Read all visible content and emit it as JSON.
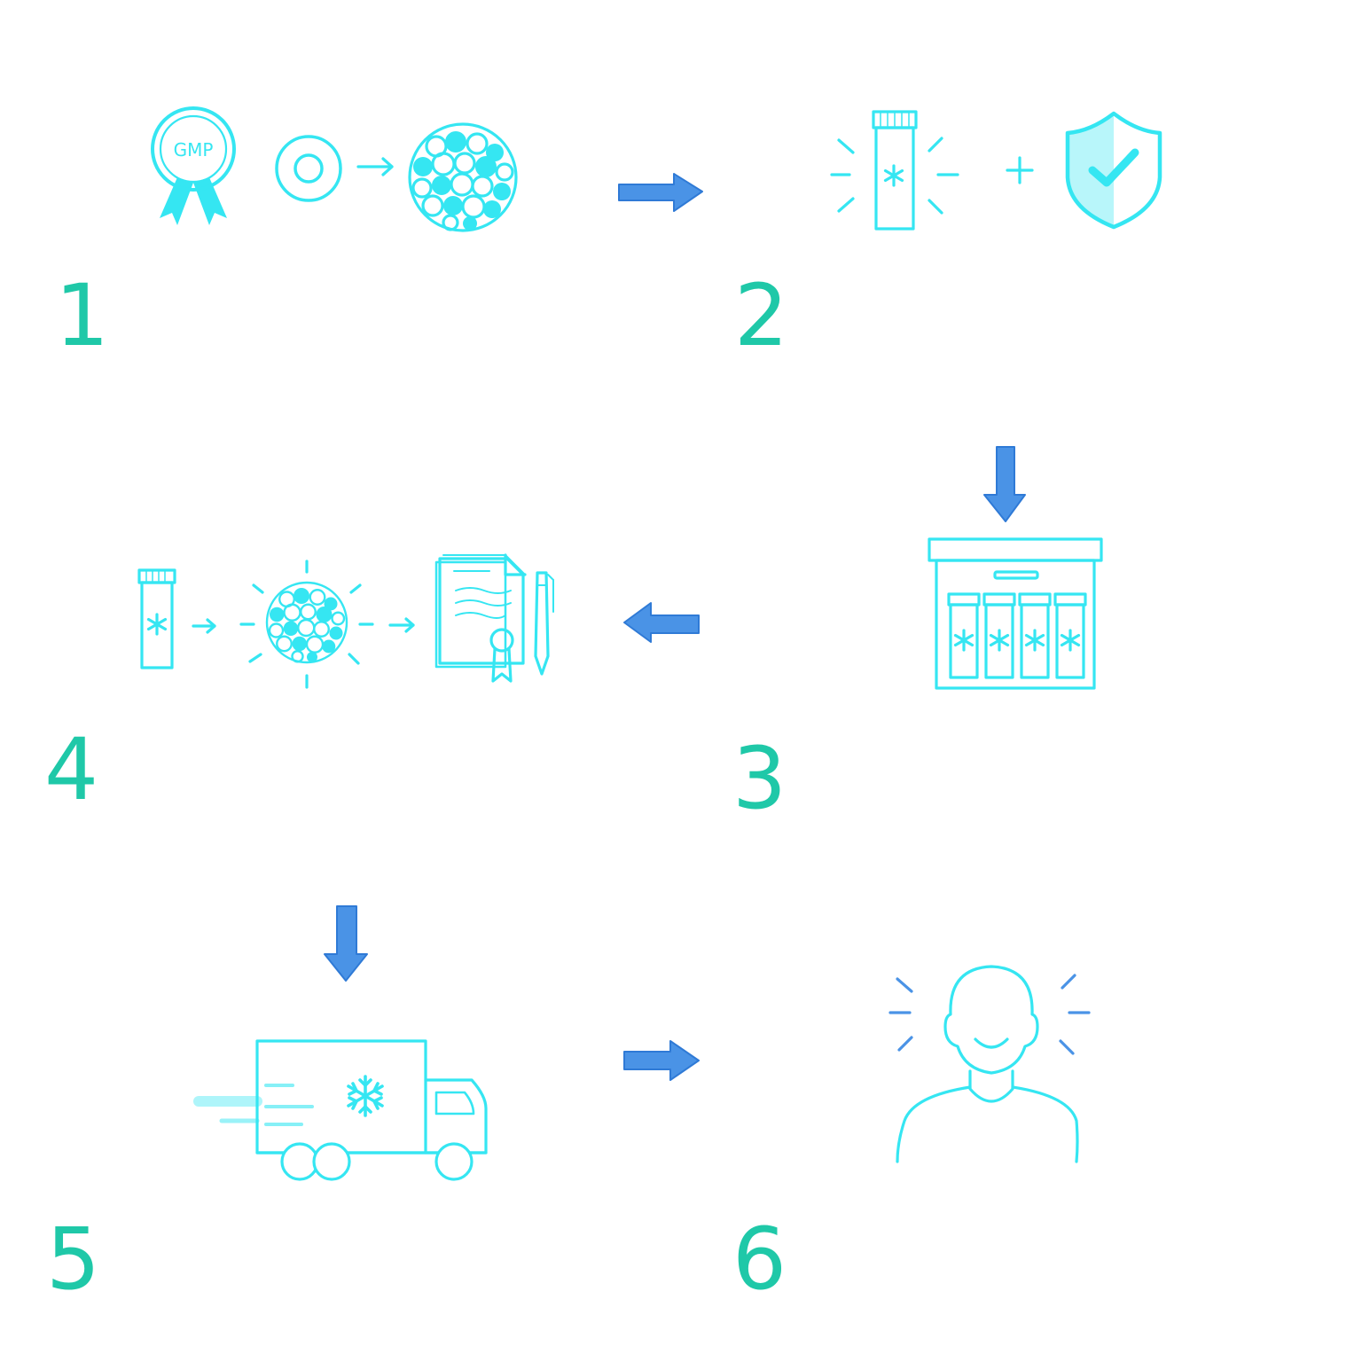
{
  "colors": {
    "step_number": "#1fc8a8",
    "icon": "#35e6f2",
    "arrow": "#4a93e6"
  },
  "steps": [
    {
      "number": "1",
      "icons": [
        "gmp-award-icon",
        "cell-icon",
        "cell-cluster-icon"
      ],
      "badge_text": "GMP"
    },
    {
      "number": "2",
      "icons": [
        "frozen-vial-icon",
        "plus-icon",
        "shield-check-icon"
      ]
    },
    {
      "number": "3",
      "icons": [
        "cryo-storage-cabinet-icon"
      ]
    },
    {
      "number": "4",
      "icons": [
        "frozen-vial-icon",
        "cell-cluster-icon",
        "certificate-document-icon",
        "pen-icon"
      ]
    },
    {
      "number": "5",
      "icons": [
        "refrigerated-truck-icon"
      ]
    },
    {
      "number": "6",
      "icons": [
        "happy-person-icon"
      ]
    }
  ],
  "flow_arrows": [
    "1-to-2",
    "2-to-3",
    "3-to-4",
    "4-to-5",
    "5-to-6"
  ]
}
